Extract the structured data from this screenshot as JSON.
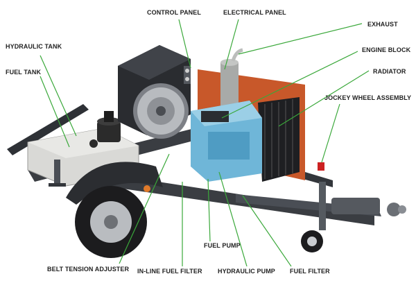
{
  "labels": {
    "control_panel": "CONTROL PANEL",
    "electrical_panel": "ELECTRICAL PANEL",
    "exhaust": "EXHAUST",
    "hydraulic_tank": "HYDRAULIC TANK",
    "engine_block": "ENGINE BLOCK",
    "fuel_tank": "FUEL TANK",
    "radiator": "RADIATOR",
    "jockey_wheel_assembly": "JOCKEY WHEEL ASSEMBLY",
    "fuel_pump": "FUEL PUMP",
    "belt_tension_adjuster": "BELT TENSION ADJUSTER",
    "inline_fuel_filter": "IN-LINE FUEL FILTER",
    "hydraulic_pump": "HYDRAULIC PUMP",
    "fuel_filter": "FUEL FILTER"
  },
  "colors": {
    "leader_line": "#3aa83a",
    "frame": "#3a3d42",
    "radiator_panel": "#c8582a",
    "engine_block": "#6fb6d8",
    "tank": "#d9d9d6"
  }
}
